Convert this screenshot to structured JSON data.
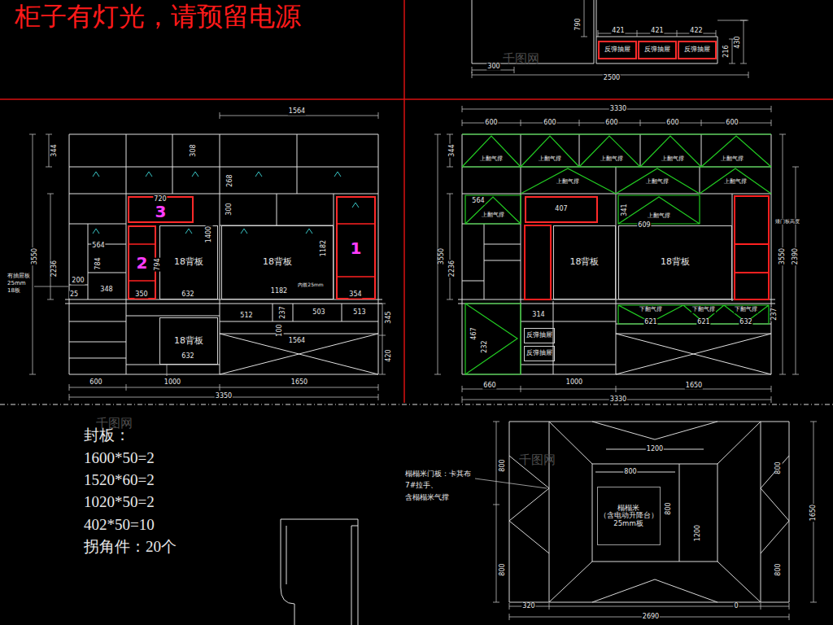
{
  "diagram": {
    "title": "柜子有灯光，请预留电源",
    "nodes": [
      {
        "text": [
          "反弹抽屉"
        ]
      },
      {
        "text": [
          "反弹抽屉"
        ]
      },
      {
        "text": [
          "反弹抽屉"
        ]
      },
      {
        "text": [
          "3"
        ]
      },
      {
        "text": [
          "1"
        ]
      },
      {
        "text": [
          "2"
        ]
      },
      {
        "text": [
          "18背板"
        ]
      },
      {
        "text": [
          "18背板"
        ]
      },
      {
        "text": [
          "18背板"
        ]
      },
      {
        "text": [
          "407"
        ]
      },
      {
        "text": [
          "18背板"
        ]
      },
      {
        "text": [
          "18背板"
        ]
      },
      {
        "text": [
          "反弹抽屉"
        ]
      },
      {
        "text": [
          "反弹抽屉"
        ]
      },
      {
        "text": [
          "榻榻米",
          "（含电动升降台）",
          "25mm板"
        ]
      }
    ],
    "labels": [
      "790",
      "421",
      "421",
      "422",
      "216",
      "430",
      "300",
      "2500",
      "1564",
      "344",
      "308",
      "268",
      "300",
      "1400",
      "564",
      "784",
      "794",
      "1182",
      "3550",
      "2236",
      "200",
      "25",
      "348",
      "有抽屉板",
      "25mm",
      "18板",
      "内嵌25mm",
      "720",
      "350",
      "632",
      "1182",
      "354",
      "512",
      "237",
      "503",
      "513",
      "100",
      "1564",
      "345",
      "420",
      "632",
      "600",
      "1000",
      "1650",
      "3350",
      "3330",
      "600",
      "600",
      "600",
      "600",
      "600",
      "344",
      "上翻气撑",
      "上翻气撑",
      "上翻气撑",
      "上翻气撑",
      "上翻气撑",
      "上翻气撑",
      "上翻气撑",
      "上翻气撑",
      "564",
      "上翻气撑",
      "341",
      "上翻气撑",
      "609",
      "3550",
      "2236",
      "3550",
      "2390",
      "矮门板高度",
      "314",
      "467",
      "232",
      "下翻气撑",
      "下翻气撑",
      "下翻气撑",
      "621",
      "621",
      "632",
      "237",
      "660",
      "1000",
      "1650",
      "3330",
      "封板：",
      "1600*50=2",
      "1520*60=2",
      "1020*50=2",
      "402*50=10",
      "拐角件：20个",
      "榻榻米门板：卡其布",
      "7#拉手、",
      "含榻榻米气撑",
      "1200",
      "800",
      "800",
      "800",
      "800",
      "1200",
      "800",
      "800",
      "1650",
      "320",
      "0",
      "2690",
      "千图网",
      "千图网",
      "千图网"
    ]
  }
}
